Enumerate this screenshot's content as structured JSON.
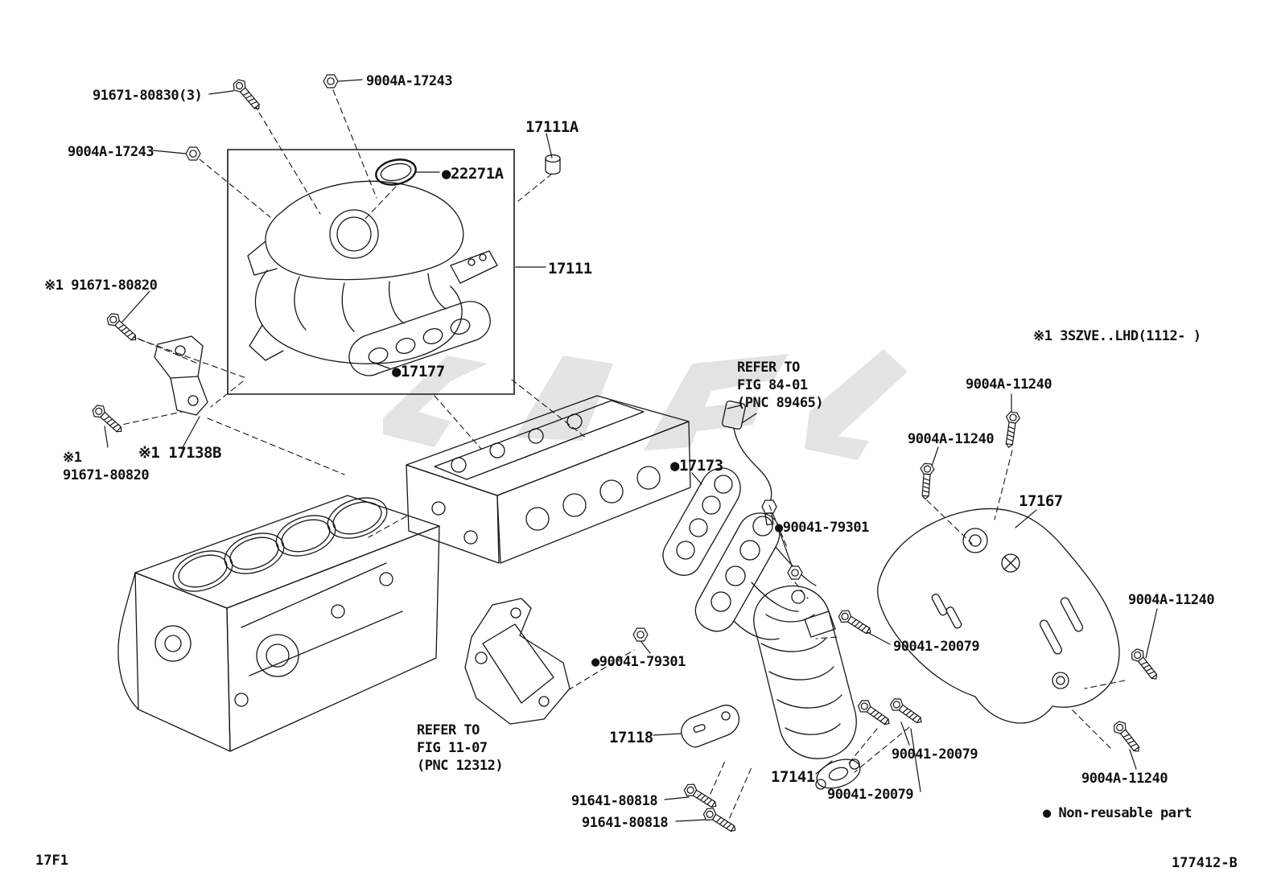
{
  "colors": {
    "ink": "#161616",
    "background": "#ffffff",
    "watermark": "#c9c9c9"
  },
  "labels": [
    {
      "text": "91671-80830(3)"
    },
    {
      "text": "9004A-17243"
    },
    {
      "text": "9004A-17243"
    },
    {
      "text": "17111A"
    },
    {
      "text": "●22271A"
    },
    {
      "text": "17111"
    },
    {
      "text": "※1 91671-80820"
    },
    {
      "text": "●17177"
    },
    {
      "text": "※1 17138B"
    },
    {
      "text": "※1\n91671-80820"
    },
    {
      "text": "●17173"
    },
    {
      "text": "REFER TO\nFIG 84-01\n(PNC 89465)"
    },
    {
      "text": "9004A-11240"
    },
    {
      "text": "9004A-11240"
    },
    {
      "text": "17167"
    },
    {
      "text": "●90041-79301"
    },
    {
      "text": "9004A-11240"
    },
    {
      "text": "90041-20079"
    },
    {
      "text": "●90041-79301"
    },
    {
      "text": "17118"
    },
    {
      "text": "REFER TO\nFIG 11-07\n(PNC 12312)"
    },
    {
      "text": "90041-20079"
    },
    {
      "text": "17141"
    },
    {
      "text": "90041-20079"
    },
    {
      "text": "91641-80818"
    },
    {
      "text": "91641-80818"
    },
    {
      "text": "9004A-11240"
    },
    {
      "text": "※1 3SZVE..LHD(1112-    )"
    },
    {
      "text": "● Non-reusable part"
    }
  ],
  "footer": {
    "left": "17F1",
    "right": "177412-B"
  }
}
